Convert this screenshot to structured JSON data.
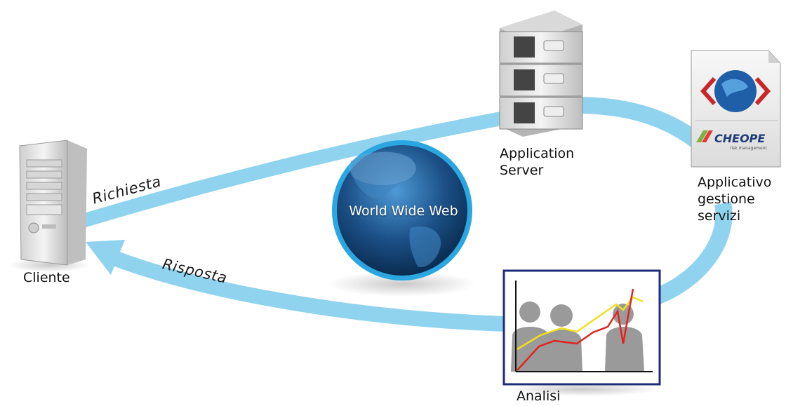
{
  "nodes": {
    "client": {
      "label": "Cliente"
    },
    "app_server": {
      "label_line1": "Application",
      "label_line2": "Server"
    },
    "application": {
      "label_line1": "Applicativo",
      "label_line2": "gestione",
      "label_line3": "servizi"
    },
    "analysis": {
      "label": "Analisi"
    }
  },
  "globe": {
    "label": "World Wide Web"
  },
  "arrows": {
    "request": "Richiesta",
    "response": "Risposta"
  },
  "logo": {
    "brand": "CHEOPE",
    "tagline": "risk management"
  },
  "colors": {
    "flow": "#8fd3ee",
    "globe_dark": "#0b2f57",
    "globe_ring": "#2aa6e0",
    "chart_border": "#1f2b78",
    "series_yellow": "#f2e01a",
    "series_red": "#e0231c",
    "silhouette": "#9a9a9a"
  }
}
